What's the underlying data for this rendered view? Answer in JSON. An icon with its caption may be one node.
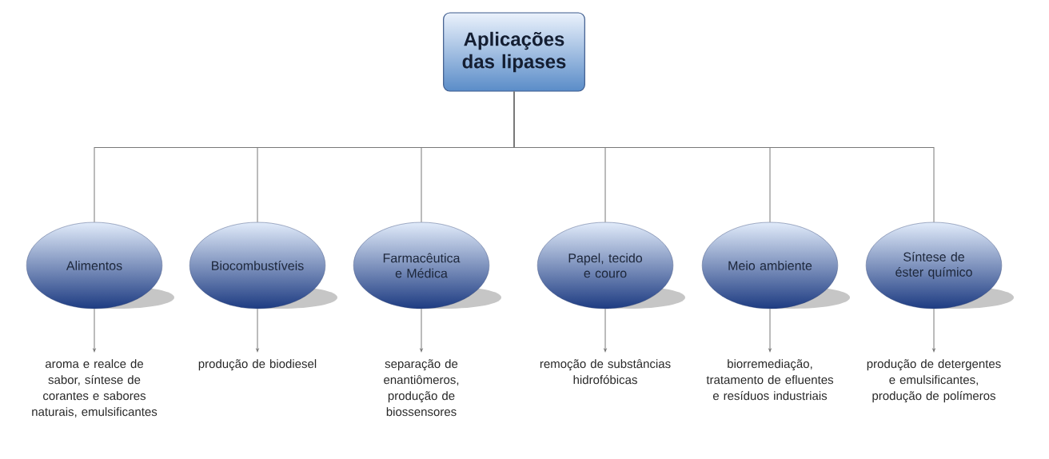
{
  "diagram": {
    "nodes": [
      {
        "text": [
          "Aplicações das lipases"
        ]
      },
      {
        "text": [
          "Alimentos"
        ]
      },
      {
        "text": [
          "Biocombustíveis"
        ]
      },
      {
        "text": [
          "Farmacêutica e Médica"
        ]
      },
      {
        "text": [
          "Papel, tecido e couro"
        ]
      },
      {
        "text": [
          "Meio ambiente"
        ]
      },
      {
        "text": [
          "Síntese de éster químico"
        ]
      },
      {
        "text": [
          "aroma e realce de sabor, síntese de corantes e sabores naturais, emulsificantes"
        ]
      },
      {
        "text": [
          "produção de biodiesel"
        ]
      },
      {
        "text": [
          "separação de enantiômeros, produção de biossensores"
        ]
      },
      {
        "text": [
          "remoção de substâncias hidrofóbicas"
        ]
      },
      {
        "text": [
          "biorremediação, tratamento de efluentes e resíduos industriais"
        ]
      },
      {
        "text": [
          "produção de detergentes e emulsificantes, produção de polímeros"
        ]
      }
    ],
    "edges": [
      {
        "from": 0,
        "to": 1,
        "arrow": "none"
      },
      {
        "from": 0,
        "to": 2,
        "arrow": "none"
      },
      {
        "from": 0,
        "to": 3,
        "arrow": "none"
      },
      {
        "from": 0,
        "to": 4,
        "arrow": "none"
      },
      {
        "from": 0,
        "to": 5,
        "arrow": "none"
      },
      {
        "from": 0,
        "to": 6,
        "arrow": "none"
      },
      {
        "from": 1,
        "to": 7,
        "arrow": "to"
      },
      {
        "from": 2,
        "to": 8,
        "arrow": "to"
      },
      {
        "from": 3,
        "to": 9,
        "arrow": "to"
      },
      {
        "from": 4,
        "to": 10,
        "arrow": "to"
      },
      {
        "from": 5,
        "to": 11,
        "arrow": "to"
      },
      {
        "from": 6,
        "to": 12,
        "arrow": "to"
      }
    ]
  }
}
